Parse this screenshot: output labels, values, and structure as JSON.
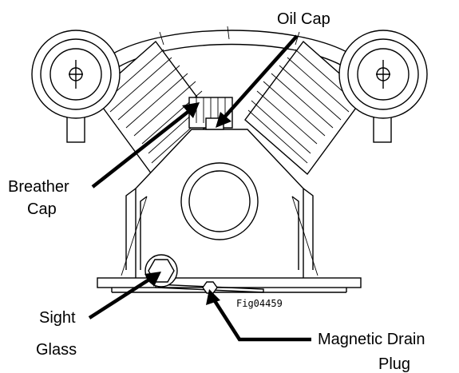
{
  "figure": {
    "id": "Fig04459",
    "labels": {
      "oil_cap": "Oil Cap",
      "breather_cap_line1": "Breather",
      "breather_cap_line2": "Cap",
      "sight_glass_line1": "Sight",
      "sight_glass_line2": "Glass",
      "magnetic_drain_line1": "Magnetic Drain",
      "magnetic_drain_line2": "Plug"
    }
  }
}
